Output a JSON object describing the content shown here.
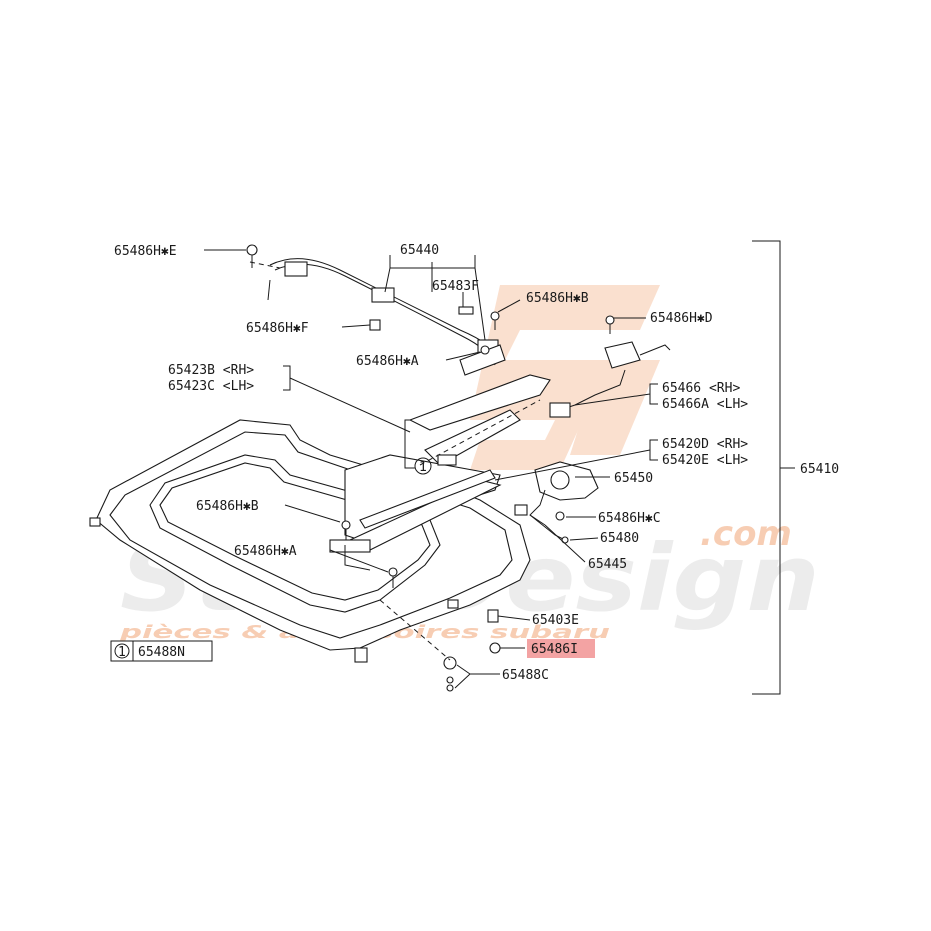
{
  "watermark": {
    "brand": "SteelDesign",
    "domain": ".com",
    "tagline": "pièces & accessoires subaru",
    "color": "#e9e9e9",
    "accent": "#f6c7a8"
  },
  "highlight_color": "#f3a3a3",
  "labels": {
    "l65486he": "65486H✱E",
    "l65440": "65440",
    "l65483f": "65483F",
    "l65486hb_top": "65486H✱B",
    "l65486hd": "65486H✱D",
    "l65486hf": "65486H✱F",
    "l65486ha_top": "65486H✱A",
    "l65423b": "65423B <RH>",
    "l65423c": "65423C <LH>",
    "l65466": "65466  <RH>",
    "l65466a": "65466A <LH>",
    "l65420d": "65420D <RH>",
    "l65420e": "65420E <LH>",
    "l65450": "65450",
    "l65410": "65410",
    "l65486hb_mid": "65486H✱B",
    "l65486hc": "65486H✱C",
    "l65480": "65480",
    "l65486ha_mid": "65486H✱A",
    "l65445": "65445",
    "l65403e": "65403E",
    "l65486i": "65486I",
    "l65488c": "65488C",
    "legend_num": "1",
    "legend_part": "65488N",
    "callout_num": "1"
  }
}
